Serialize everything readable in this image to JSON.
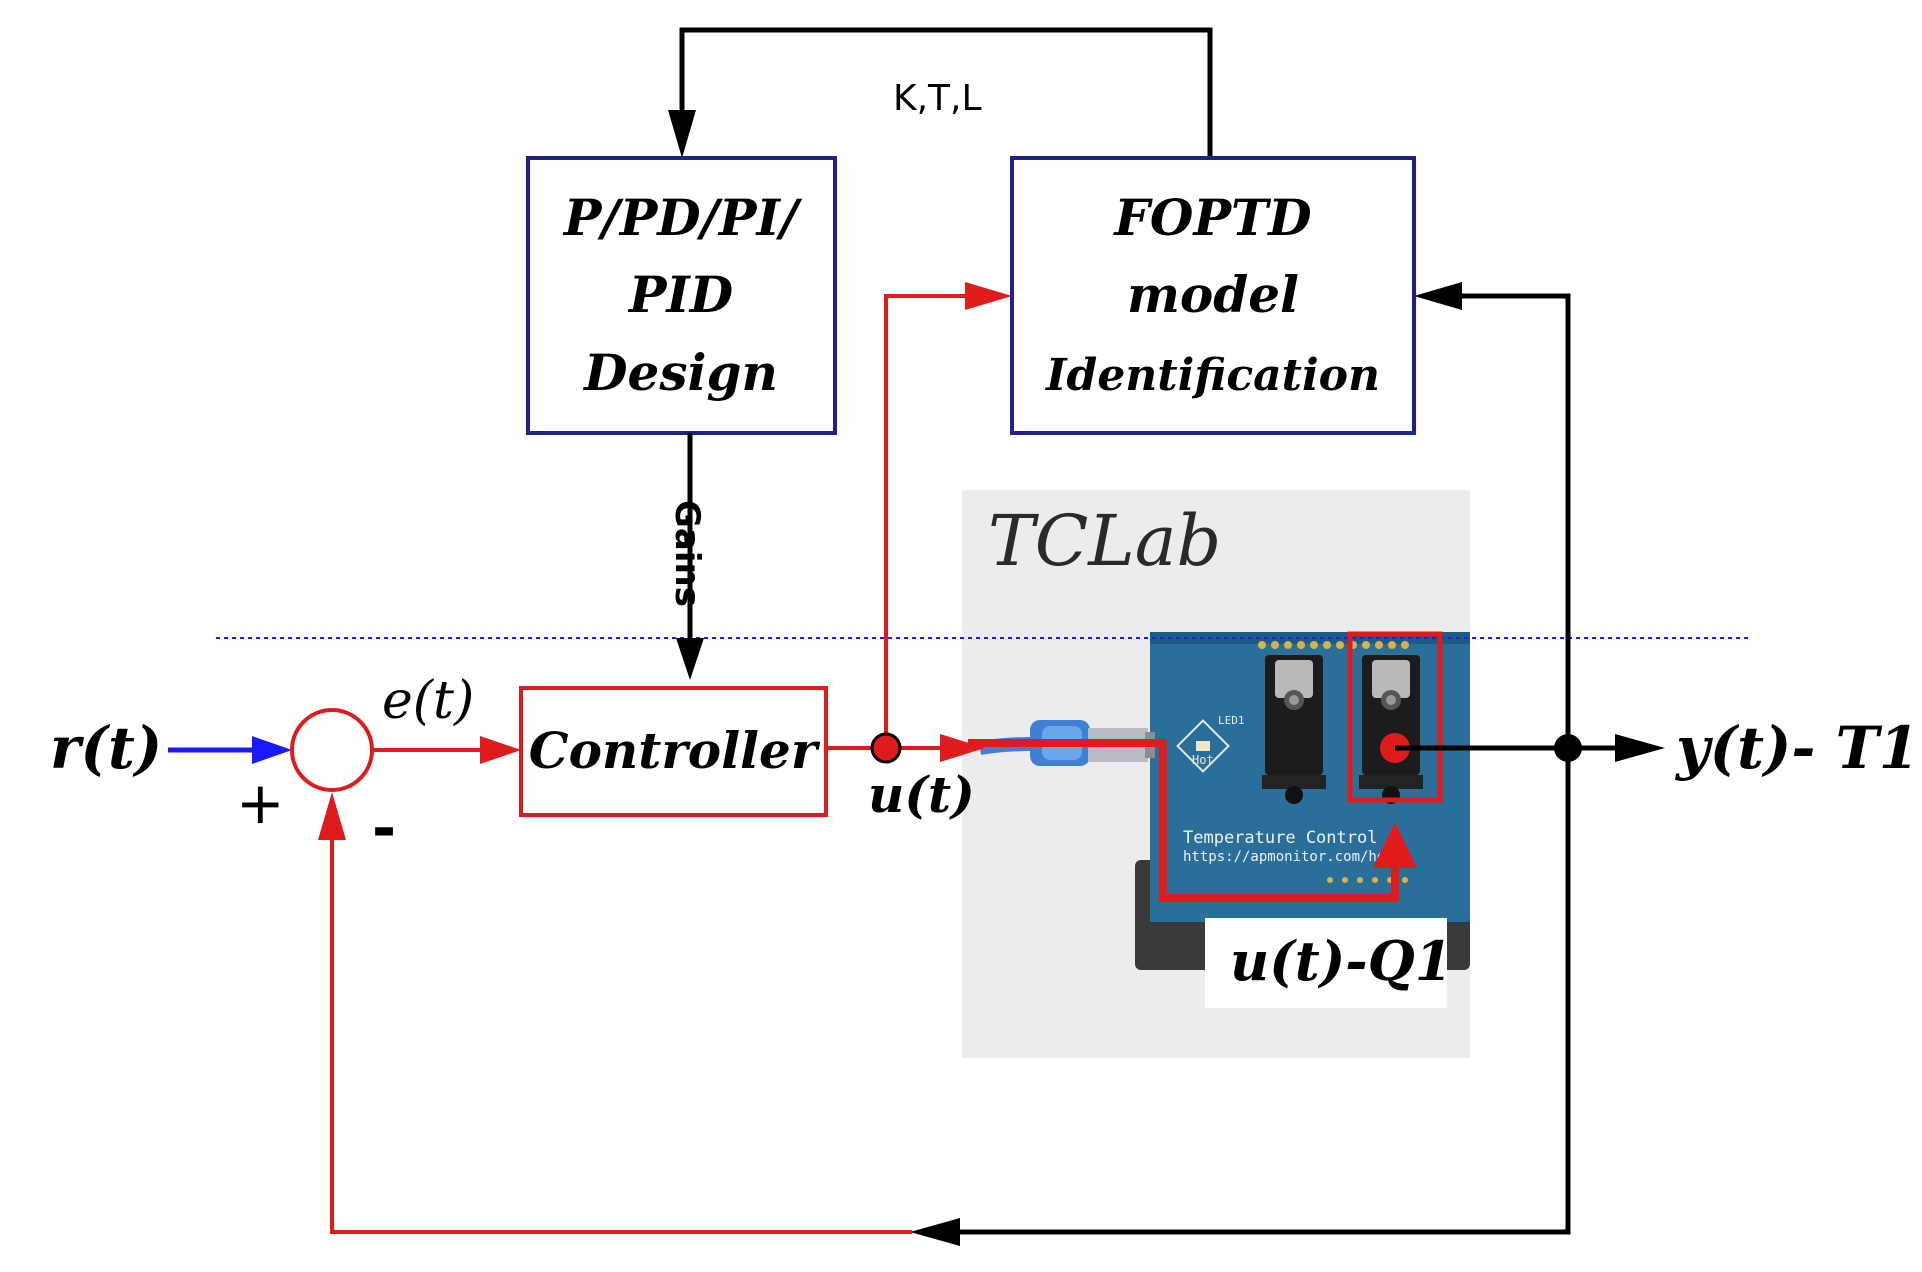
{
  "blocks": {
    "design": {
      "lines": [
        "P/PD/PI/",
        "PID",
        "Design"
      ],
      "border_color": "#1f1f8f"
    },
    "identification": {
      "lines": [
        "FOPTD",
        "model",
        "Identification"
      ],
      "border_color": "#1f1f8f"
    },
    "controller": {
      "label": "Controller",
      "border_color": "#e01b1b"
    }
  },
  "signals": {
    "feedback_params": "K,T,L",
    "gains": "Gains",
    "reference": "r(t)",
    "error": "e(t)",
    "control": "u(t)",
    "output": "y(t)- T1",
    "plus": "+",
    "minus": "-",
    "heater": "u(t)-Q1"
  },
  "hardware": {
    "title": "TCLab",
    "board_led_label": "LED1",
    "board_hot_label": "Hot",
    "board_text_line1": "Temperature Control",
    "board_text_line2": "https://apmonitor.com/heat"
  },
  "colors": {
    "red": "#e01b1b",
    "black": "#000000",
    "blue": "#1a1aff",
    "box_blue": "#1f1f8f",
    "board": "#2a6f9a",
    "photo_bg": "#ececef"
  }
}
